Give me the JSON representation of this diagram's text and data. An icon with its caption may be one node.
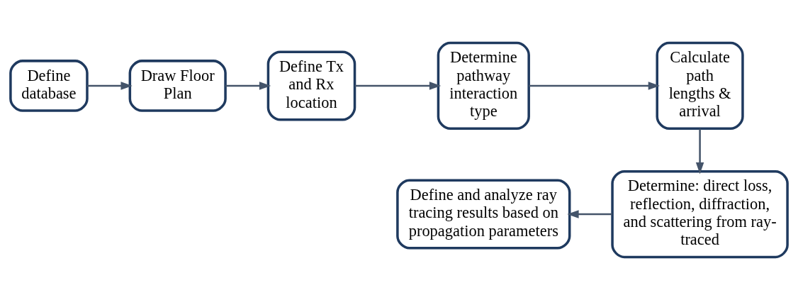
{
  "diagram": {
    "nodes": [
      {
        "text": [
          "Define database"
        ]
      },
      {
        "text": [
          "Draw Floor Plan"
        ]
      },
      {
        "text": [
          "Define Tx and Rx location"
        ]
      },
      {
        "text": [
          "Determine pathway interaction type"
        ]
      },
      {
        "text": [
          "Calculate path lengths & arrival"
        ]
      },
      {
        "text": [
          "Define and analyze ray tracing results based on propagation parameters"
        ]
      },
      {
        "text": [
          "Determine: direct loss, reflection, diffraction, and scattering from ray-traced"
        ]
      }
    ],
    "edges": [
      {
        "from": 0,
        "to": 1,
        "arrow": "to"
      },
      {
        "from": 1,
        "to": 2,
        "arrow": "to"
      },
      {
        "from": 2,
        "to": 3,
        "arrow": "to"
      },
      {
        "from": 3,
        "to": 4,
        "arrow": "to"
      },
      {
        "from": 4,
        "to": 6,
        "arrow": "to"
      },
      {
        "from": 6,
        "to": 5,
        "arrow": "to"
      }
    ]
  }
}
